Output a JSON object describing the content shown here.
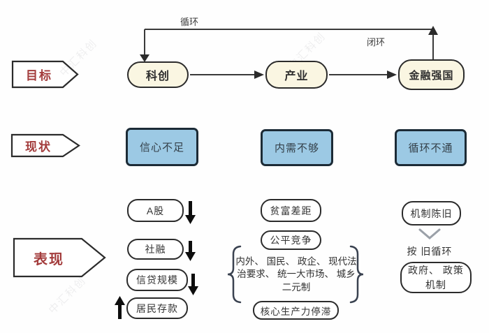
{
  "watermark_text": "中汇科创",
  "colors": {
    "accent_red": "#a33c3c",
    "cream_fill": "#faf6e2",
    "blue_fill": "#9cc9e4",
    "outline": "#2b2b2b"
  },
  "goal_row": {
    "label": "目标",
    "loop_label": "循环",
    "closed_loop_label": "闭环",
    "nodes": [
      {
        "label": "科创"
      },
      {
        "label": "产业"
      },
      {
        "label": "金融强国"
      }
    ]
  },
  "status_row": {
    "label": "现状",
    "nodes": [
      {
        "label": "信心不足"
      },
      {
        "label": "内需不够"
      },
      {
        "label": "循环不通"
      }
    ]
  },
  "performance_row": {
    "label": "表现",
    "indicators": [
      {
        "label": "A股",
        "trend": "down"
      },
      {
        "label": "社融",
        "trend": "down"
      },
      {
        "label": "信贷规模",
        "trend": "down"
      },
      {
        "label": "居民存款",
        "trend": "up"
      }
    ],
    "demand_issues": [
      {
        "label": "贫富差距"
      },
      {
        "label": "公平竞争"
      }
    ],
    "braced_lines": [
      "内外、 国民、 政企、 现代法",
      "治要求、 统一大市场、 城乡",
      "二元制"
    ],
    "braced_bottom": "核心生产力停滞",
    "cycle_issues": {
      "top": "机制陈旧",
      "note": "按 旧循环",
      "bottom_lines": [
        "政府、 政策",
        "机制"
      ]
    }
  }
}
